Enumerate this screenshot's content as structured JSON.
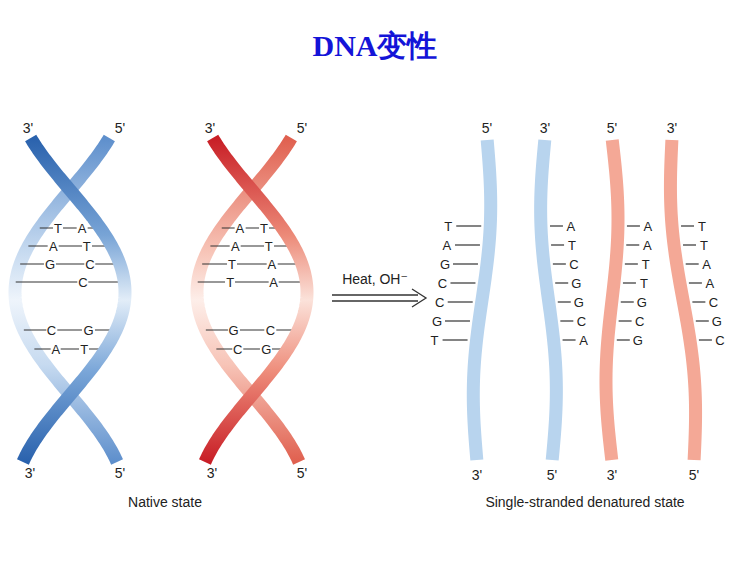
{
  "diagram": {
    "title": "DNA变性",
    "labels": [
      "3'",
      "5'",
      "T",
      "A",
      "A",
      "T",
      "G",
      "C",
      "C",
      "C",
      "G",
      "A",
      "T",
      "3'",
      "5'",
      "3'",
      "5'",
      "A",
      "T",
      "A",
      "T",
      "T",
      "A",
      "T",
      "A",
      "G",
      "C",
      "C",
      "G",
      "3'",
      "5'",
      "Heat, OH⁻",
      "5'",
      "3'",
      "5'",
      "3'",
      "T",
      "A",
      "G",
      "C",
      "C",
      "G",
      "T",
      "A",
      "T",
      "C",
      "G",
      "G",
      "C",
      "A",
      "A",
      "A",
      "T",
      "T",
      "G",
      "C",
      "G",
      "T",
      "T",
      "A",
      "A",
      "C",
      "G",
      "C",
      "3'",
      "5'",
      "3'",
      "5'",
      "Native state",
      "Single-stranded denatured state"
    ]
  }
}
